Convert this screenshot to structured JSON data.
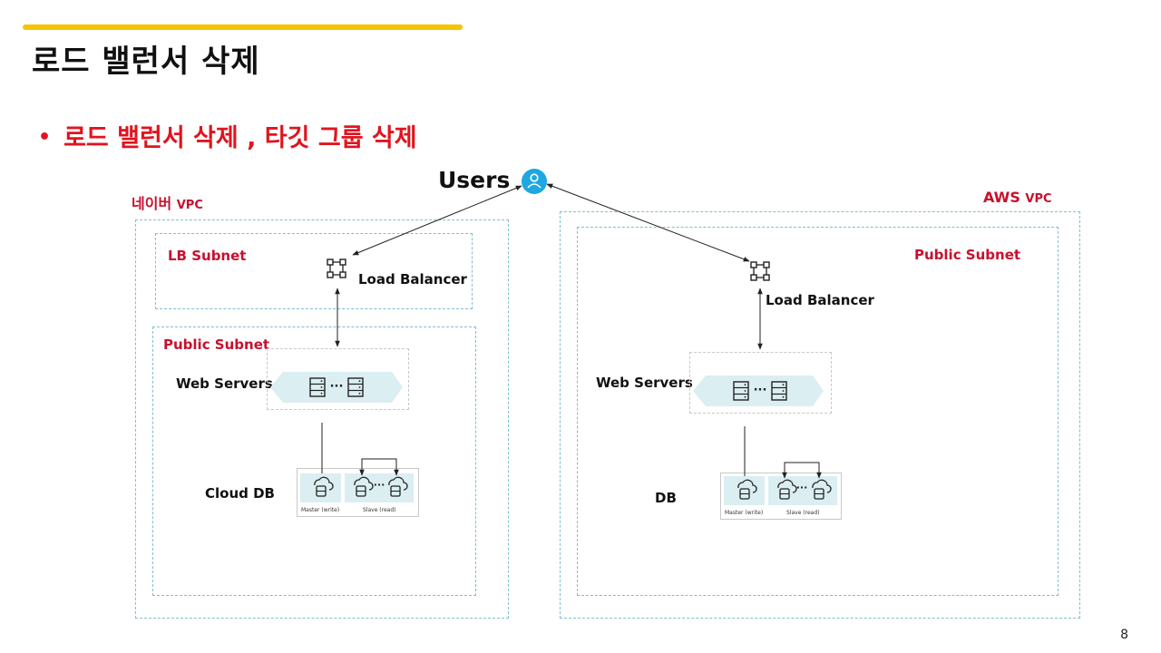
{
  "slide": {
    "title": "로드 밸런서 삭제",
    "bullet": "로드 밸런서 삭제 , 타깃 그룹 삭제",
    "page_number": "8"
  },
  "diagram": {
    "users_label": "Users",
    "left": {
      "vpc_name": "네이버",
      "vpc_suffix": "VPC",
      "lb_subnet_label": "LB Subnet",
      "load_balancer_label": "Load Balancer",
      "public_subnet_label": "Public Subnet",
      "web_servers_label": "Web Servers",
      "db_label": "Cloud DB",
      "master_label": "Master (write)",
      "slave_label": "Slave (read)"
    },
    "right": {
      "vpc_name": "AWS",
      "vpc_suffix": "VPC",
      "public_subnet_label": "Public Subnet",
      "load_balancer_label": "Load Balancer",
      "web_servers_label": "Web Servers",
      "db_label": "DB",
      "master_label": "Master (write)",
      "slave_label": "Slave (read)"
    }
  },
  "colors": {
    "accent_bar": "#f5c400",
    "bullet_text": "#e0141e",
    "subnet_label": "#c8102e",
    "box_border": "#7fbfd0",
    "users_icon": "#1ea7e1",
    "web_band": "#dbeef1"
  },
  "icons": [
    "users-icon",
    "load-balancer-icon",
    "server-icon",
    "database-icon",
    "ellipsis-icon"
  ]
}
